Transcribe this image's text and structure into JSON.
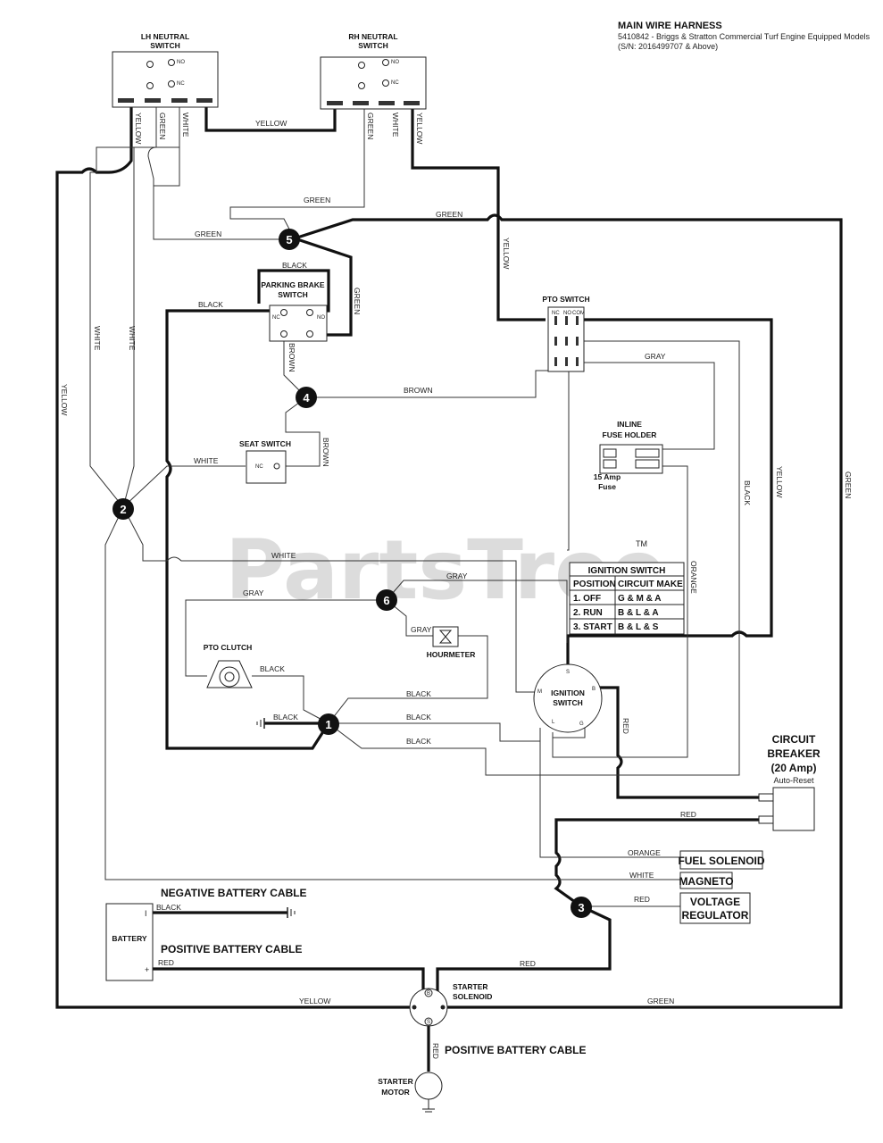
{
  "header": {
    "title": "MAIN WIRE HARNESS",
    "subtitle_1": "5410842 - Briggs & Stratton Commercial Turf Engine Equipped Models",
    "subtitle_2": "(S/N: 2016499707 & Above)"
  },
  "watermark": {
    "text": "PartsTree",
    "tm": "TM"
  },
  "components": {
    "lh_neutral_1": "LH NEUTRAL",
    "lh_neutral_2": "SWITCH",
    "rh_neutral_1": "RH NEUTRAL",
    "rh_neutral_2": "SWITCH",
    "parking_brake_1": "PARKING BRAKE",
    "parking_brake_2": "SWITCH",
    "seat_switch": "SEAT SWITCH",
    "pto_switch": "PTO SWITCH",
    "inline_fuse_1": "INLINE",
    "inline_fuse_2": "FUSE HOLDER",
    "fuse_1": "15 Amp",
    "fuse_2": "Fuse",
    "pto_clutch": "PTO CLUTCH",
    "hourmeter": "HOURMETER",
    "ignition_switch_1": "IGNITION",
    "ignition_switch_2": "SWITCH",
    "circuit_breaker_1": "CIRCUIT",
    "circuit_breaker_2": "BREAKER",
    "circuit_breaker_3": "(20 Amp)",
    "circuit_breaker_4": "Auto-Reset",
    "fuel_solenoid": "FUEL SOLENOID",
    "magneto": "MAGNETO",
    "voltage_regulator_1": "VOLTAGE",
    "voltage_regulator_2": "REGULATOR",
    "battery": "BATTERY",
    "negative_cable": "NEGATIVE BATTERY CABLE",
    "positive_cable": "POSITIVE BATTERY CABLE",
    "positive_cable_2": "POSITIVE BATTERY CABLE",
    "starter_solenoid_1": "STARTER",
    "starter_solenoid_2": "SOLENOID",
    "starter_motor_1": "STARTER",
    "starter_motor_2": "MOTOR"
  },
  "terminals": {
    "no": "NO",
    "nc": "NC",
    "com": "COM",
    "s": "S",
    "b": "B",
    "m": "M",
    "l": "L",
    "g": "G",
    "bat_neg": "I",
    "bat_pos": "+"
  },
  "nodes": [
    "1",
    "2",
    "3",
    "4",
    "5",
    "6"
  ],
  "wire_labels": {
    "yellow": "YELLOW",
    "green": "GREEN",
    "white": "WHITE",
    "black": "BLACK",
    "brown": "BROWN",
    "gray": "GRAY",
    "red": "RED",
    "orange": "ORANGE"
  },
  "ignition_table": {
    "title": "IGNITION SWITCH",
    "headers": [
      "POSITION",
      "CIRCUIT MAKE"
    ],
    "rows": [
      [
        "1. OFF",
        "G & M & A"
      ],
      [
        "2. RUN",
        "B & L & A"
      ],
      [
        "3. START",
        "B & L & S"
      ]
    ]
  }
}
